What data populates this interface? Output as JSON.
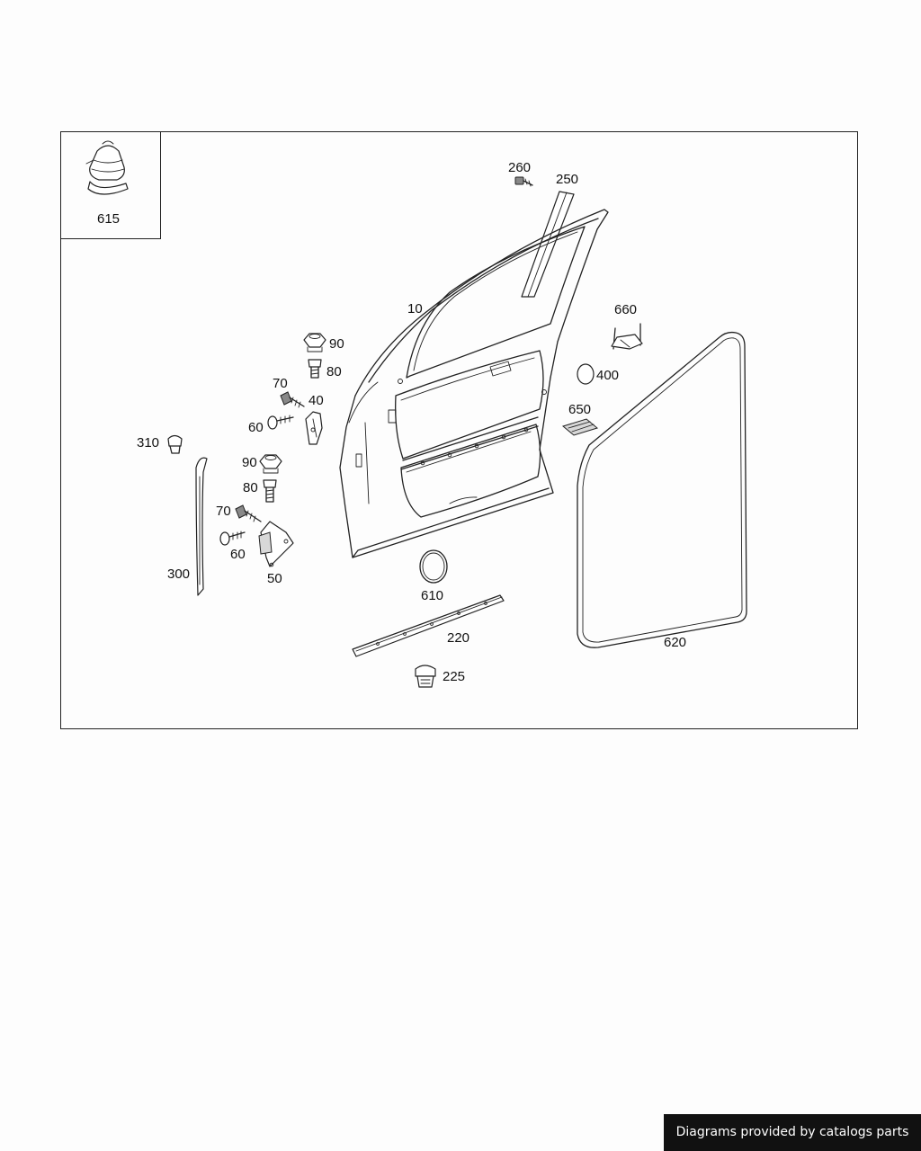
{
  "diagram": {
    "part_labels": {
      "p615": "615",
      "p260": "260",
      "p250": "250",
      "p10": "10",
      "p660": "660",
      "p90a": "90",
      "p80a": "80",
      "p70a": "70",
      "p40": "40",
      "p60a": "60",
      "p310": "310",
      "p400": "400",
      "p650": "650",
      "p90b": "90",
      "p80b": "80",
      "p70b": "70",
      "p60b": "60",
      "p300": "300",
      "p50": "50",
      "p610": "610",
      "p220": "220",
      "p225": "225",
      "p620": "620"
    }
  },
  "footer": {
    "credit": "Diagrams provided by catalogs parts"
  }
}
